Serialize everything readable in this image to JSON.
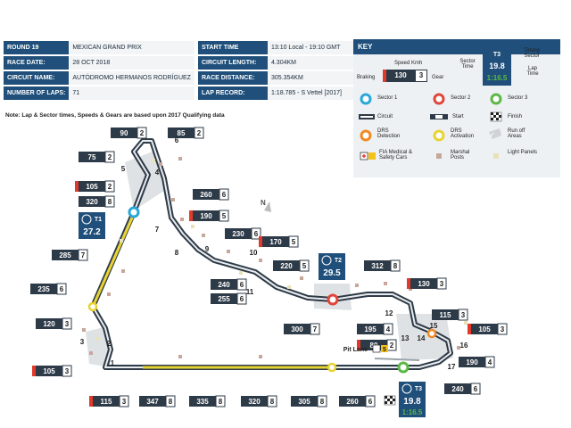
{
  "info": [
    {
      "label": "ROUND 19",
      "value": "MEXICAN GRAND PRIX"
    },
    {
      "label": "RACE DATE:",
      "value": "28 OCT 2018"
    },
    {
      "label": "CIRCUIT NAME:",
      "value": "AUTÓDROMO HERMANOS RODRÍGUEZ"
    },
    {
      "label": "NUMBER OF LAPS:",
      "value": "71"
    }
  ],
  "info2": [
    {
      "label": "START TIME",
      "value": "13:10 Local - 19:10 GMT"
    },
    {
      "label": "CIRCUIT LENGTH:",
      "value": "4.304KM"
    },
    {
      "label": "RACE DISTANCE:",
      "value": "305.354KM"
    },
    {
      "label": "LAP RECORD:",
      "value": "1:18.785 - S Vettel [2017]"
    }
  ],
  "note": "Note: Lap & Sector times, Speeds & Gears are based upon 2017 Qualifying data",
  "key": {
    "title": "KEY",
    "speed_kmh": "Speed Kmh",
    "braking": "Braking",
    "gear": "Gear",
    "sample_speed": "130",
    "sample_gear": "3",
    "sector_time": "Sector Time",
    "timing_sector": "Timing Sector",
    "lap_time": "Lap Time",
    "sample_sector": "T3",
    "sample_sector_time": "19.8",
    "sample_lap_time": "1:16.5",
    "sector1": "Sector 1",
    "sector2": "Sector 2",
    "sector3": "Sector 3",
    "circuit": "Circuit",
    "start": "Start",
    "finish": "Finish",
    "drs_detection": "DRS Detection",
    "drs_activation": "DRS Activation",
    "runoff": "Run off Areas",
    "fia": "FIA Medical & Safety Cars",
    "marshal": "Marshal Posts",
    "light": "Light Panels"
  },
  "colors": {
    "navy": "#1f4f7a",
    "sector1": "#29a7d8",
    "sector2": "#e0453a",
    "sector3": "#5cb846",
    "drs": "#e8d330",
    "detection": "#f08a24",
    "braking": "#e23a2a",
    "marker_dark": "#2d3a47"
  },
  "map": {
    "north": "N",
    "pit_lane": "Pit Lane",
    "pit_badge": "5",
    "sectors": [
      {
        "code": "T1",
        "time": "27.2"
      },
      {
        "code": "T2",
        "time": "29.5"
      },
      {
        "code": "T3",
        "time": "19.8",
        "lap": "1:16.5"
      }
    ],
    "corners": [
      "1",
      "2",
      "3",
      "4",
      "5",
      "6",
      "7",
      "8",
      "9",
      "10",
      "11",
      "12",
      "13",
      "14",
      "15",
      "16",
      "17"
    ],
    "speeds": [
      {
        "speed": "90",
        "gear": "2",
        "braking": false
      },
      {
        "speed": "85",
        "gear": "2",
        "braking": false
      },
      {
        "speed": "75",
        "gear": "2",
        "braking": false
      },
      {
        "speed": "105",
        "gear": "2",
        "braking": true
      },
      {
        "speed": "320",
        "gear": "8",
        "braking": false
      },
      {
        "speed": "260",
        "gear": "6",
        "braking": false
      },
      {
        "speed": "190",
        "gear": "5",
        "braking": true
      },
      {
        "speed": "230",
        "gear": "6",
        "braking": false
      },
      {
        "speed": "170",
        "gear": "5",
        "braking": true
      },
      {
        "speed": "220",
        "gear": "5",
        "braking": false
      },
      {
        "speed": "240",
        "gear": "6",
        "braking": false
      },
      {
        "speed": "255",
        "gear": "6",
        "braking": false
      },
      {
        "speed": "285",
        "gear": "7",
        "braking": false
      },
      {
        "speed": "235",
        "gear": "6",
        "braking": false
      },
      {
        "speed": "120",
        "gear": "3",
        "braking": false
      },
      {
        "speed": "105",
        "gear": "3",
        "braking": true
      },
      {
        "speed": "115",
        "gear": "3",
        "braking": true
      },
      {
        "speed": "347",
        "gear": "8",
        "braking": false
      },
      {
        "speed": "335",
        "gear": "8",
        "braking": false
      },
      {
        "speed": "320",
        "gear": "8",
        "braking": false
      },
      {
        "speed": "305",
        "gear": "8",
        "braking": false
      },
      {
        "speed": "260",
        "gear": "6",
        "braking": false
      },
      {
        "speed": "312",
        "gear": "8",
        "braking": false
      },
      {
        "speed": "130",
        "gear": "3",
        "braking": true
      },
      {
        "speed": "300",
        "gear": "7",
        "braking": false
      },
      {
        "speed": "195",
        "gear": "4",
        "braking": false
      },
      {
        "speed": "80",
        "gear": "2",
        "braking": true
      },
      {
        "speed": "115",
        "gear": "3",
        "braking": false
      },
      {
        "speed": "105",
        "gear": "3",
        "braking": true
      },
      {
        "speed": "190",
        "gear": "4",
        "braking": false
      },
      {
        "speed": "240",
        "gear": "6",
        "braking": false
      }
    ]
  }
}
